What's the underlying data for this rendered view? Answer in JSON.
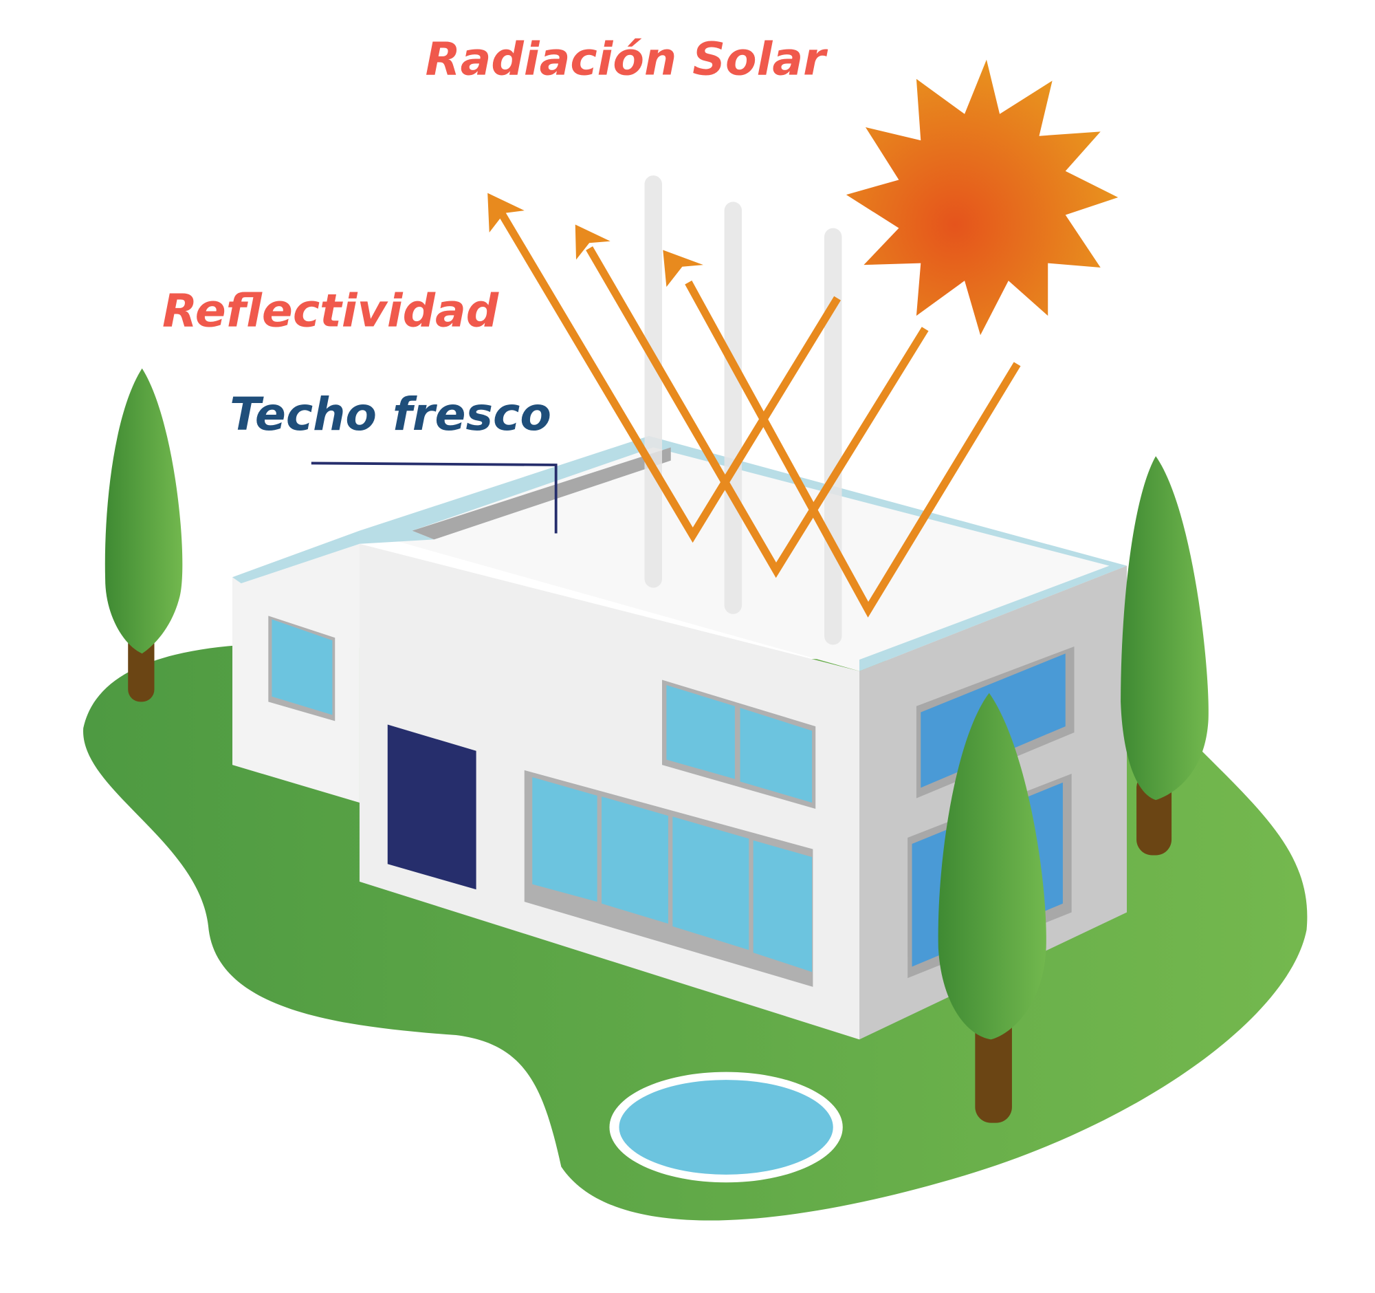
{
  "labels": {
    "solar_radiation": "Radiación Solar",
    "reflectivity": "Reflectividad",
    "cool_roof": "Techo fresco"
  },
  "colors": {
    "label_red": "#f0594c",
    "label_blue": "#1f4e7a",
    "sun": "#ea7a1c",
    "ray": "#e88a1e",
    "grass": "#5aa84a",
    "tree": "#4f9e3e",
    "trunk": "#6b4514",
    "wall": "#f1f1f1",
    "window": "#6cc4df",
    "door": "#262e6c",
    "pool": "#6cc4df"
  }
}
